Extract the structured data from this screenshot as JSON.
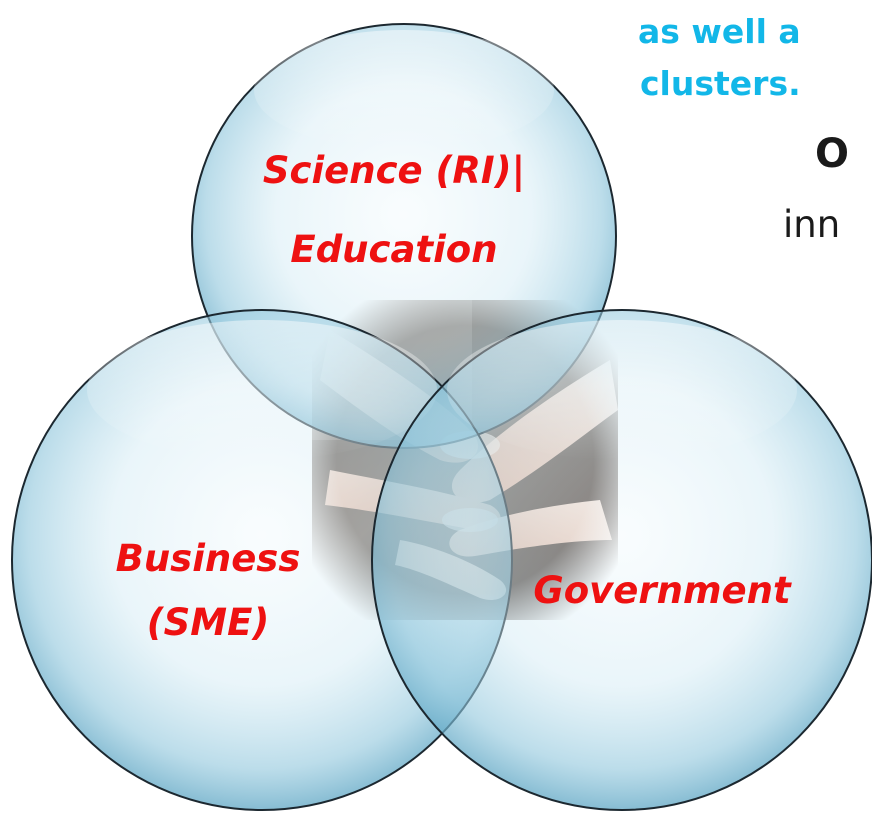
{
  "text_lines": {
    "line_1": "as well a",
    "line_2": "clusters.",
    "line_3": "O",
    "line_4": "inn"
  },
  "circles": {
    "top": {
      "label_line_1": "Science (RI)|",
      "label_line_2": "Education"
    },
    "left": {
      "label_line_1": "Business",
      "label_line_2": "(SME)"
    },
    "right": {
      "label_line_1": "Government"
    }
  },
  "colors": {
    "cyan_text": "#12b7e8",
    "dark_text": "#1a1a1a",
    "label_red": "#ee1111",
    "circle_fill": "#b8dcea",
    "circle_stroke": "#1c2830"
  },
  "photo": {
    "icon": "hands-together-photo"
  }
}
